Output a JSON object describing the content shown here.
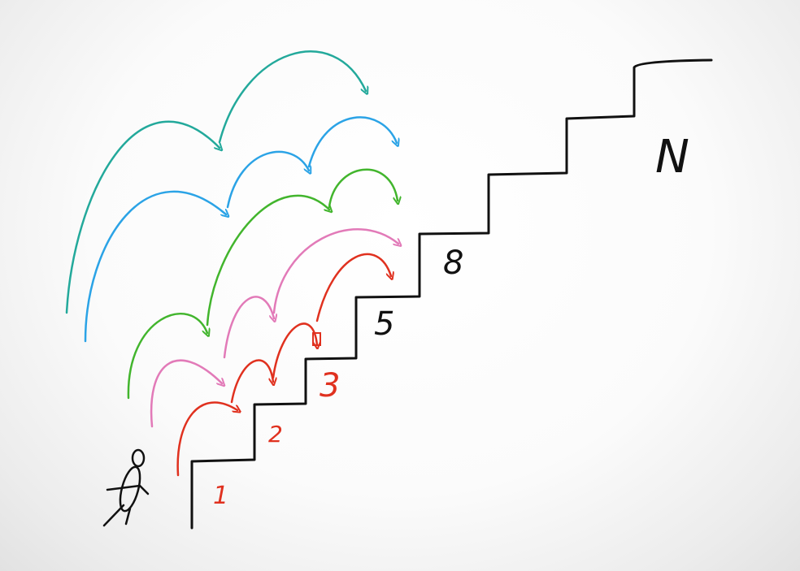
{
  "labels": {
    "step1": "1",
    "step2": "2",
    "step3": "3",
    "step5": "5",
    "step8": "8",
    "top": "N"
  },
  "colors": {
    "stairs": "#111111",
    "red": "#e0311f",
    "pink": "#e27ab8",
    "green": "#42b52d",
    "blue": "#2ba3e6",
    "teal": "#23a99b",
    "figure": "#111111"
  }
}
